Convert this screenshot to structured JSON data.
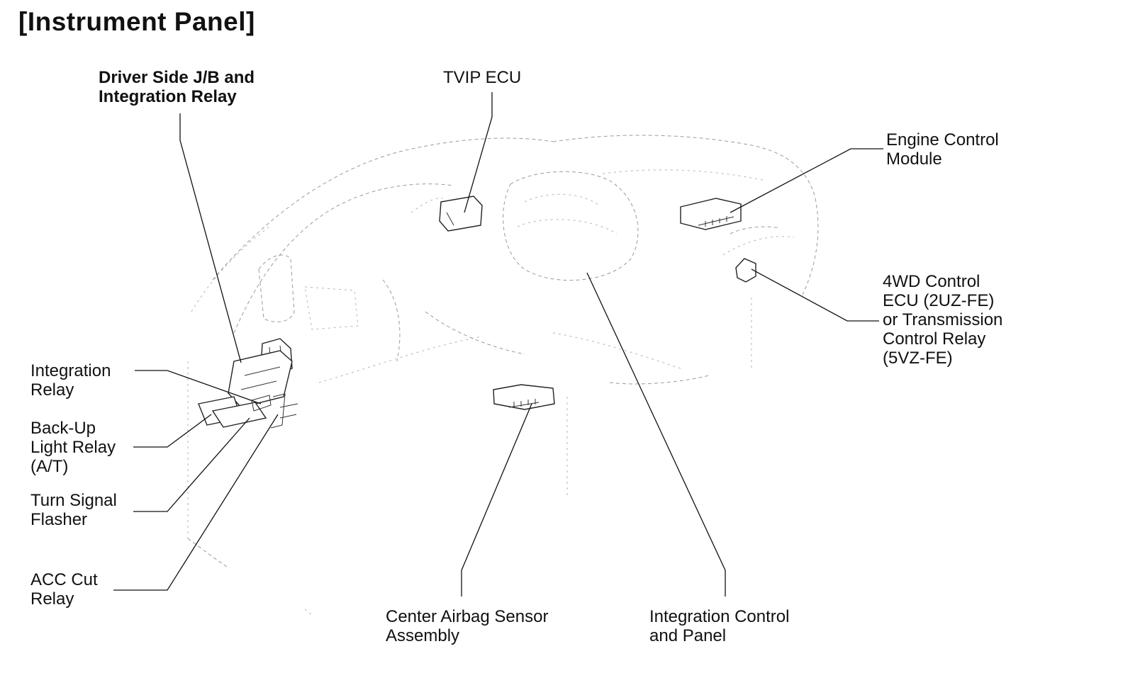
{
  "title": "[Instrument Panel]",
  "labels": {
    "driver_jb": [
      "Driver Side J/B and",
      "Integration Relay"
    ],
    "tvip_ecu": [
      "TVIP ECU"
    ],
    "engine_control_module": [
      "Engine Control",
      "Module"
    ],
    "fourwd_control_ecu": [
      "4WD Control",
      "ECU (2UZ-FE)",
      "or Transmission",
      "Control Relay",
      "(5VZ-FE)"
    ],
    "integration_relay": [
      "Integration",
      "Relay"
    ],
    "backup_light_relay": [
      "Back-Up",
      "Light Relay",
      "(A/T)"
    ],
    "turn_signal_flasher": [
      "Turn Signal",
      "Flasher"
    ],
    "acc_cut_relay": [
      "ACC Cut",
      "Relay"
    ],
    "center_airbag_sensor": [
      "Center Airbag Sensor",
      "Assembly"
    ],
    "integration_control_panel": [
      "Integration Control",
      "and Panel"
    ]
  }
}
